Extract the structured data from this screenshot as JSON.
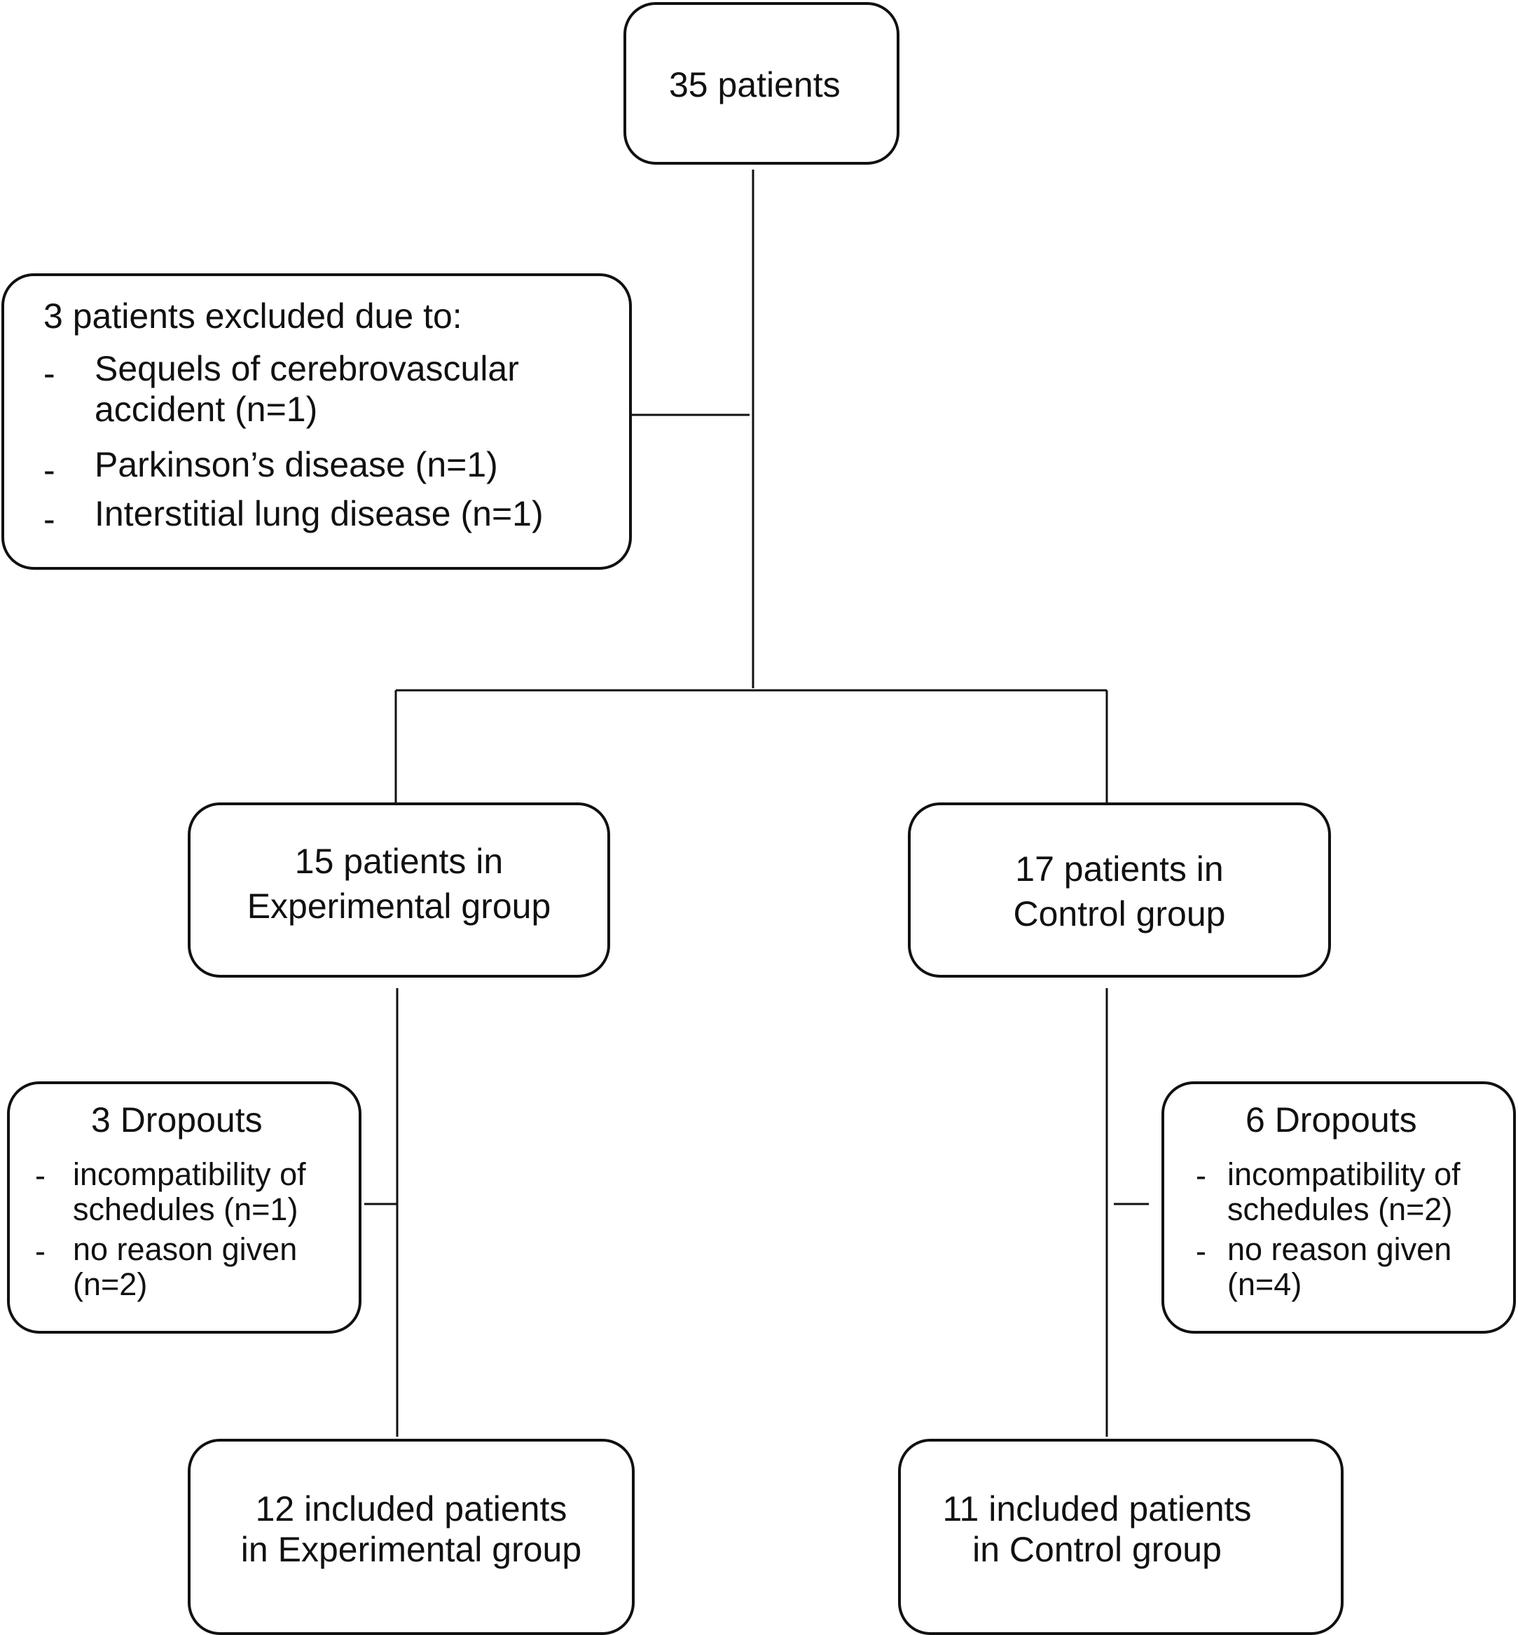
{
  "top": {
    "label": "35 patients"
  },
  "excluded": {
    "title": "3 patients excluded due to:",
    "bullet": "-",
    "reasons": [
      {
        "lines": [
          "Sequels of cerebrovascular",
          "accident (n=1)"
        ]
      },
      {
        "lines": [
          "Parkinson’s disease (n=1)"
        ]
      },
      {
        "lines": [
          "Interstitial lung disease (n=1)"
        ]
      }
    ]
  },
  "experimental": {
    "group_lines": [
      "15 patients in",
      "Experimental group"
    ],
    "dropouts": {
      "title": "3 Dropouts",
      "reasons": [
        {
          "lines": [
            "incompatibility of",
            "schedules (n=1)"
          ]
        },
        {
          "lines": [
            "no reason given",
            "(n=2)"
          ]
        }
      ]
    },
    "included_lines": [
      "12 included patients",
      "in Experimental group"
    ]
  },
  "control": {
    "group_lines": [
      "17 patients in",
      "Control group"
    ],
    "dropouts": {
      "title": "6 Dropouts",
      "reasons": [
        {
          "lines": [
            "incompatibility of",
            "schedules (n=2)"
          ]
        },
        {
          "lines": [
            "no reason given",
            "(n=4)"
          ]
        }
      ]
    },
    "included_lines": [
      "11 included patients",
      "in Control group"
    ]
  }
}
